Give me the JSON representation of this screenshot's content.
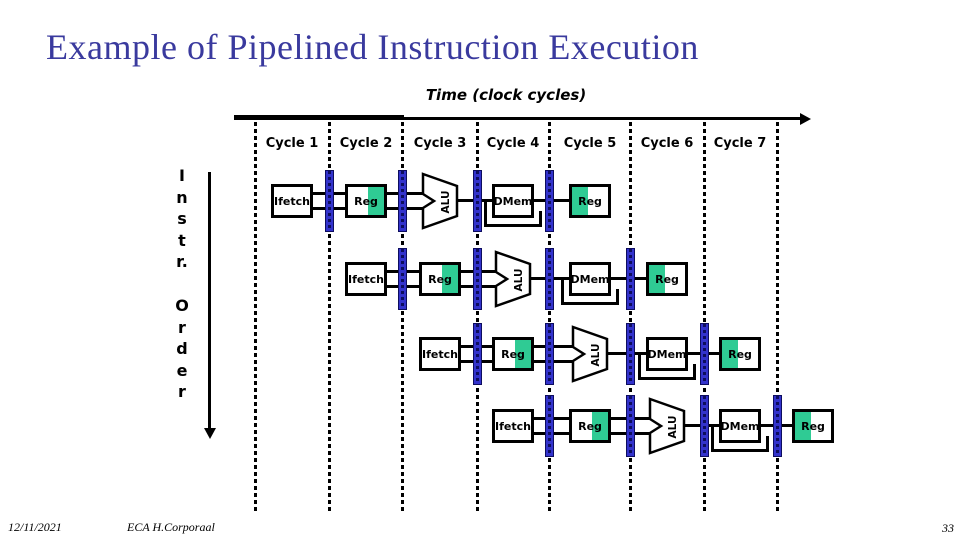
{
  "slide": {
    "title": "Example of Pipelined Instruction Execution",
    "footer": {
      "date": "12/11/2021",
      "course": "ECA H.Corporaal",
      "page": "33"
    }
  },
  "diagram": {
    "time_axis_label": "Time (clock cycles)",
    "cycles": [
      "Cycle 1",
      "Cycle 2",
      "Cycle 3",
      "Cycle 4",
      "Cycle 5",
      "Cycle 6",
      "Cycle 7"
    ],
    "left_labels": {
      "instr": "I\nn\ns\nt\nr.",
      "order": "O\nr\nd\ne\nr"
    },
    "stage_labels": {
      "ifetch": "Ifetch",
      "reg": "Reg",
      "alu": "ALU",
      "dmem": "DMem",
      "reg_wb": "Reg"
    },
    "colors": {
      "title": "#3a3a9e",
      "register_bar": "#3333cc",
      "register_bar_dark": "#0d0d5e",
      "stage_green": "#2fcb94",
      "line": "#000000"
    }
  }
}
